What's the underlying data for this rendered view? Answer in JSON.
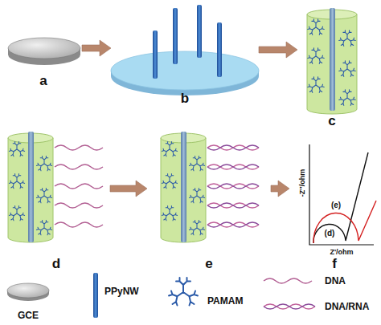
{
  "diagram": {
    "nodes": [
      {
        "text": [
          "a"
        ]
      },
      {
        "text": [
          "b"
        ]
      },
      {
        "text": [
          "c"
        ]
      },
      {
        "text": [
          "d"
        ]
      },
      {
        "text": [
          "e"
        ]
      },
      {
        "text": [
          "f"
        ]
      }
    ],
    "edges": [
      {
        "from": 0,
        "to": 1,
        "arrow": "to"
      },
      {
        "from": 1,
        "to": 2,
        "arrow": "to"
      },
      {
        "from": 3,
        "to": 4,
        "arrow": "to"
      },
      {
        "from": 4,
        "to": 5,
        "arrow": "to"
      }
    ],
    "labels": [
      "(e)",
      "(d)",
      "-Z''/ohm",
      "Z'/ohm"
    ],
    "legend": [
      {
        "text": "GCE"
      },
      {
        "text": "PPyNW"
      },
      {
        "text": "PAMAM"
      },
      {
        "text": "DNA"
      },
      {
        "text": "DNA/RNA"
      }
    ]
  }
}
